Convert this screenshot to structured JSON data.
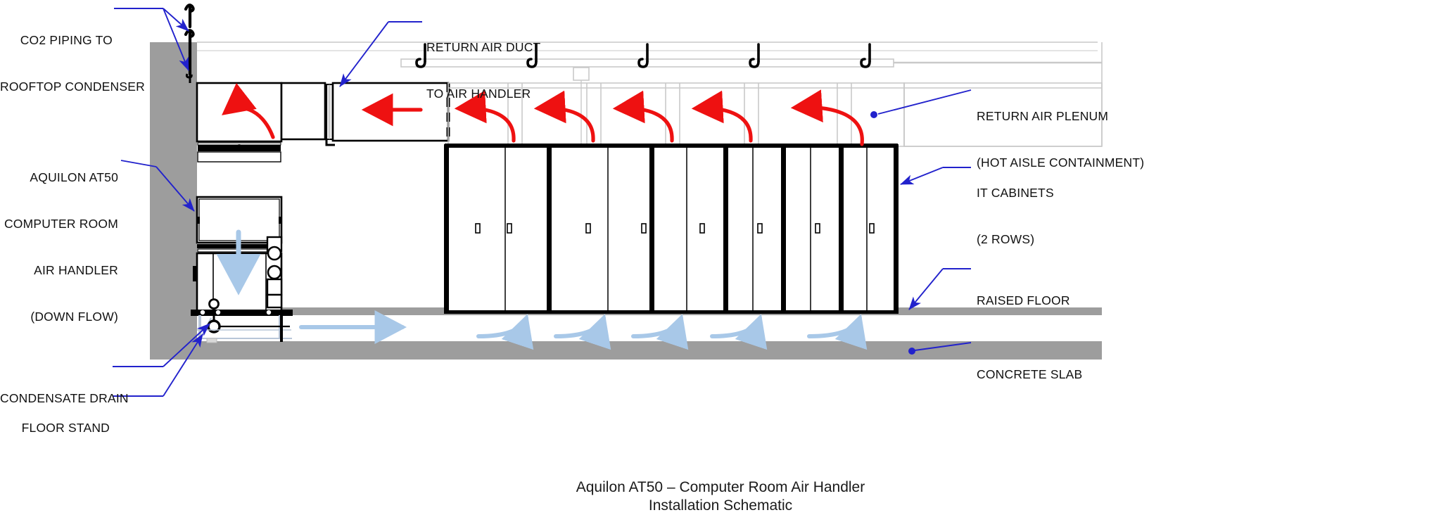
{
  "drawing": {
    "caption_line1": "Aquilon AT50 – Computer Room Air Handler",
    "caption_line2": "Installation Schematic"
  },
  "colors": {
    "leader": "#2222cc",
    "hot_air_arrow": "#ee1111",
    "cold_air_arrow": "#a8c8e8",
    "structure": "#000000",
    "concrete": "#9d9d9d",
    "wall": "#9d9d9d",
    "light_line": "#c9c9c9"
  },
  "labels": {
    "co2_piping": {
      "lines": [
        "CO2 PIPING TO",
        "ROOFTOP CONDENSER"
      ],
      "align": "right"
    },
    "return_air_duct": {
      "lines": [
        "RETURN AIR DUCT",
        "TO AIR HANDLER"
      ],
      "align": "left"
    },
    "air_handler": {
      "lines": [
        "AQUILON AT50",
        "COMPUTER ROOM",
        "AIR HANDLER",
        "(DOWN FLOW)"
      ],
      "align": "right"
    },
    "condensate_drain": {
      "lines": [
        "CONDENSATE DRAIN"
      ],
      "align": "right"
    },
    "floor_stand": {
      "lines": [
        "FLOOR STAND"
      ],
      "align": "right"
    },
    "return_air_plenum": {
      "lines": [
        "RETURN AIR PLENUM",
        "(HOT AISLE CONTAINMENT)"
      ],
      "align": "left"
    },
    "it_cabinets": {
      "lines": [
        "IT CABINETS",
        "(2 ROWS)"
      ],
      "align": "left"
    },
    "raised_floor": {
      "lines": [
        "RAISED FLOOR"
      ],
      "align": "left"
    },
    "concrete_slab": {
      "lines": [
        "CONCRETE SLAB"
      ],
      "align": "left"
    }
  },
  "geometry": {
    "cabinet_count": 8,
    "hanger_count": 5,
    "hot_arrow_count": 5,
    "cold_arrow_count": 5,
    "co2_pipe_count": 2
  }
}
